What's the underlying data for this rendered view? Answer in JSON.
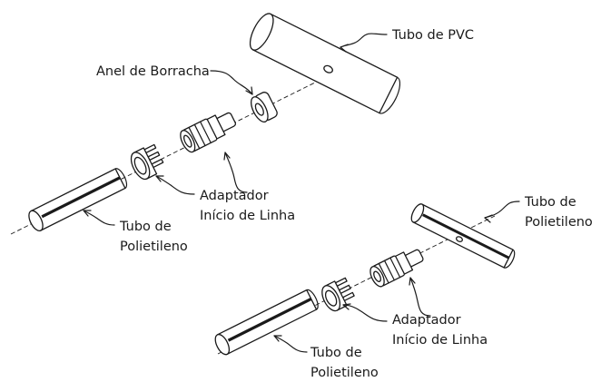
{
  "labels": {
    "pvc_tube": "Tubo de PVC",
    "rubber_ring": "Anel de Borracha",
    "adapter_1_line1": "Adaptador",
    "adapter_1_line2": "Início de Linha",
    "pe_tube_1_line1": "Tubo de",
    "pe_tube_1_line2": "Polietileno",
    "pe_tube_top_line1": "Tubo de",
    "pe_tube_top_line2": "Polietileno",
    "adapter_2_line1": "Adaptador",
    "adapter_2_line2": "Início de Linha",
    "pe_tube_2_line1": "Tubo de",
    "pe_tube_2_line2": "Polietileno"
  },
  "colors": {
    "ink": "#1a1a1a",
    "background": "#ffffff"
  }
}
